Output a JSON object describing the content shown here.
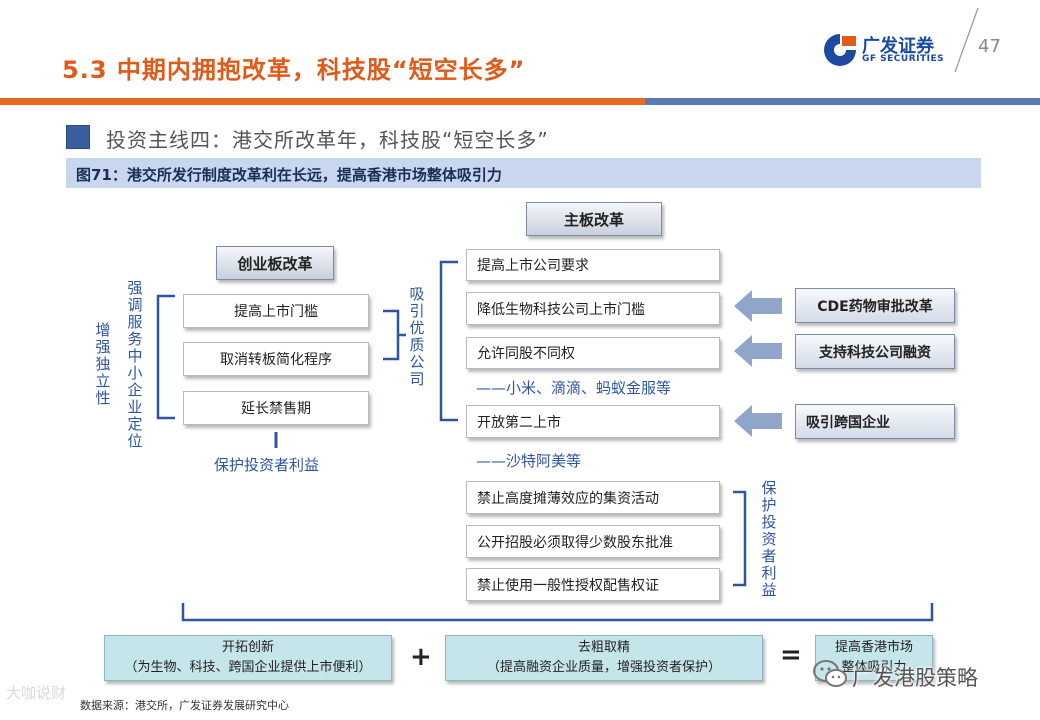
{
  "header": {
    "title": "5.3 中期内拥抱改革，科技股“短空长多”",
    "logo_cn": "广发证券",
    "logo_en": "GF SECURITIES",
    "page_number": "47"
  },
  "section": {
    "title": "投资主线四：港交所改革年，科技股“短空长多”",
    "figure_title": "图71：港交所发行制度改革利在长远，提高香港市场整体吸引力"
  },
  "left": {
    "header": "创业板改革",
    "items": [
      "提高上市门槛",
      "取消转板简化程序",
      "延长禁售期"
    ],
    "side_label_1": "增强独立性",
    "side_label_2": "强调服务中小企业定位",
    "bottom_note": "保护投资者利益"
  },
  "middle": {
    "header": "主板改革",
    "bracket_label": "吸引优质公司",
    "items": [
      "提高上市公司要求",
      "降低生物科技公司上市门槛",
      "允许同股不同权",
      "开放第二上市"
    ],
    "note_1": "——小米、滴滴、蚂蚁金服等",
    "note_2": "——沙特阿美等",
    "protect_items": [
      "禁止高度摊薄效应的集资活动",
      "公开招股必须取得少数股东批准",
      "禁止使用一般性授权配售权证"
    ],
    "protect_label": "保护投资者利益"
  },
  "right": {
    "items": [
      "CDE药物审批改革",
      "支持科技公司融资",
      "吸引跨国企业"
    ]
  },
  "bottom": {
    "box1_line1": "开拓创新",
    "box1_line2": "（为生物、科技、跨国企业提供上市便利）",
    "plus": "+",
    "box2_line1": "去粗取精",
    "box2_line2": "（提高融资企业质量，增强投资者保护）",
    "equals": "=",
    "box3_line1": "提高香港市场",
    "box3_line2": "整体吸引力"
  },
  "source": "数据来源：港交所，广发证券发展研究中心",
  "watermarks": {
    "left": "大咖说财",
    "right": "广发港股策略"
  },
  "colors": {
    "title_orange": "#e05a1a",
    "accent_blue": "#2f55a0",
    "figure_bar": "#c8d6ee",
    "teal_box": "#c6e5ea",
    "arrow": "#8fa5c9"
  }
}
